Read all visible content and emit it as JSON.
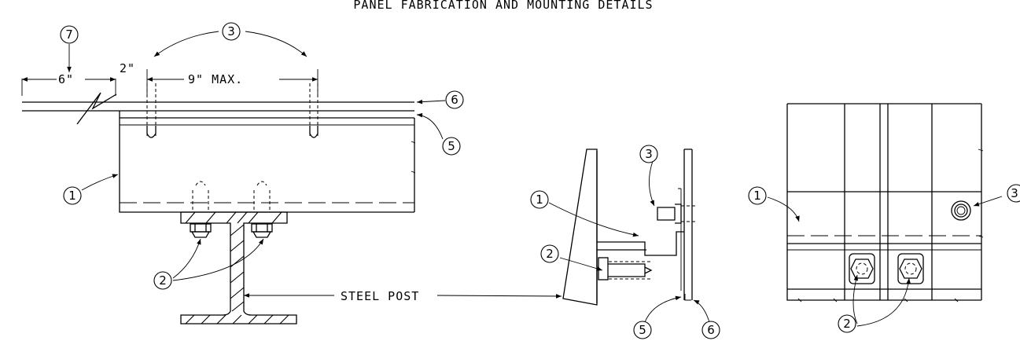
{
  "title": "PANEL FABRICATION AND MOUNTING DETAILS",
  "dims": {
    "d6": "6\"",
    "d2": "2\"",
    "d9": "9\" MAX."
  },
  "labels": {
    "steel_post": "STEEL POST"
  },
  "callouts": {
    "c1": "1",
    "c2": "2",
    "c3": "3",
    "c5": "5",
    "c6": "6",
    "c7": "7"
  }
}
